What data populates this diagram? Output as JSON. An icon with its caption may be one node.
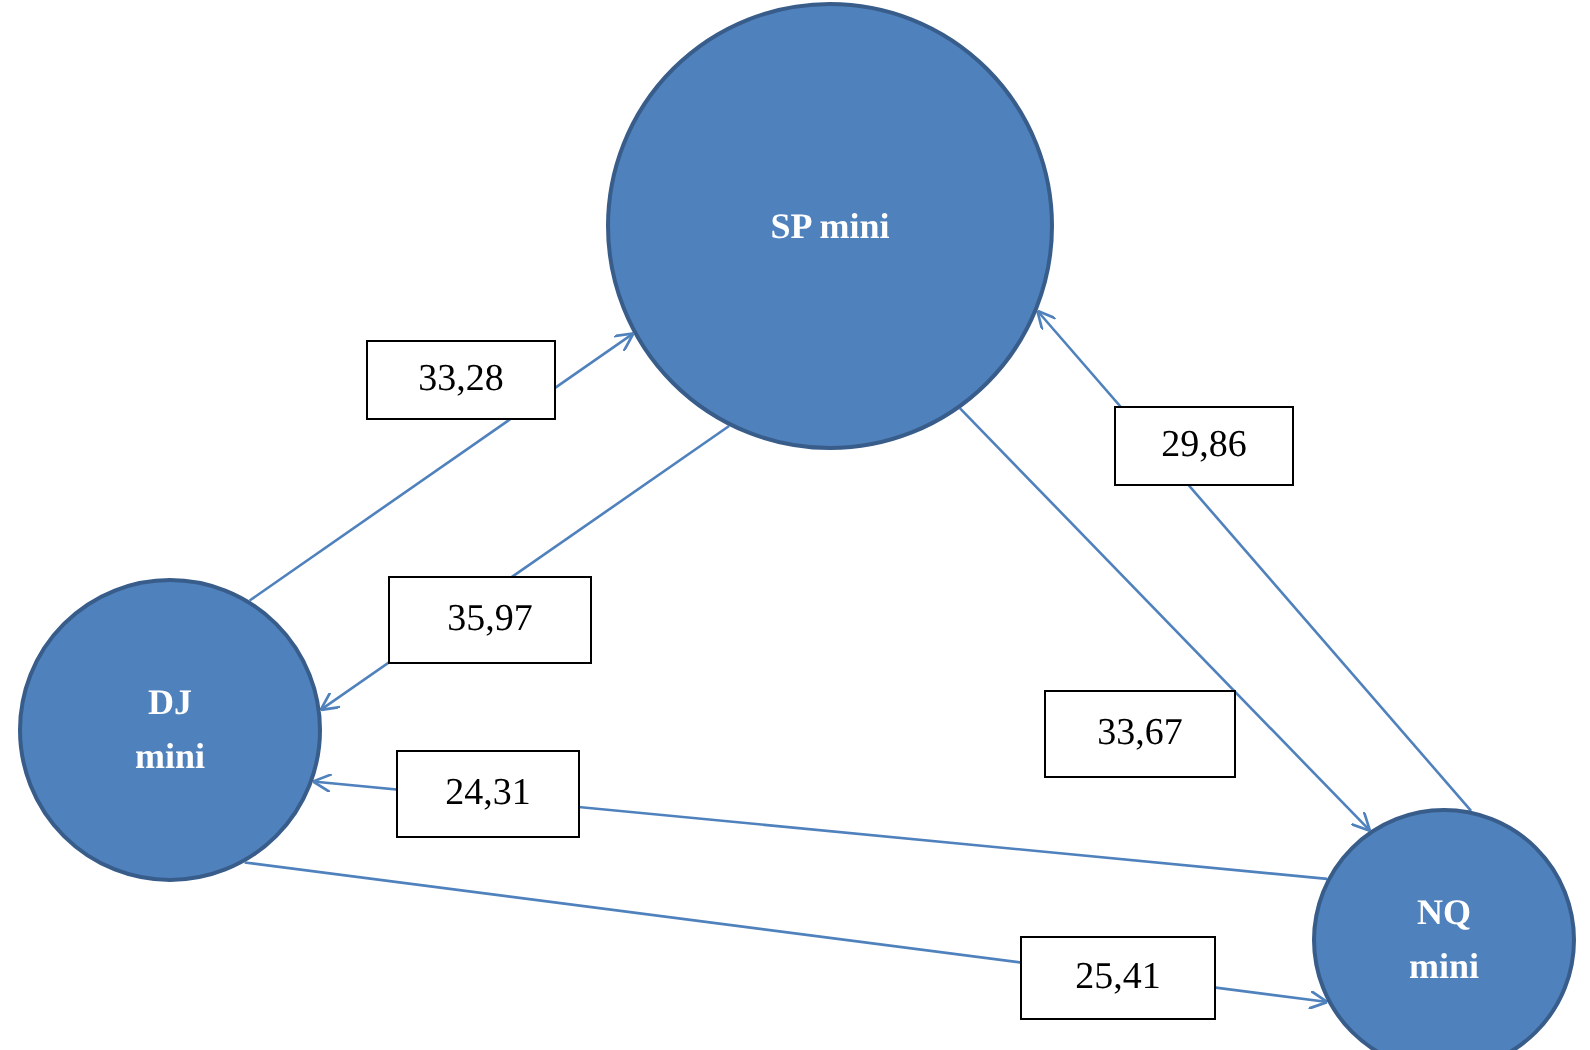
{
  "diagram": {
    "nodes": [
      {
        "text": [
          "SP mini"
        ]
      },
      {
        "text": [
          "DJ mini"
        ]
      },
      {
        "text": [
          "NQ mini"
        ]
      }
    ],
    "edges": [
      {
        "from": 1,
        "to": 0,
        "arrow": "to",
        "label": "33,28"
      },
      {
        "from": 0,
        "to": 1,
        "arrow": "to",
        "label": "35,97"
      },
      {
        "from": 2,
        "to": 0,
        "arrow": "to",
        "label": "29,86"
      },
      {
        "from": 0,
        "to": 2,
        "arrow": "to",
        "label": "33,67"
      },
      {
        "from": 2,
        "to": 1,
        "arrow": "to",
        "label": "24,31"
      },
      {
        "from": 1,
        "to": 2,
        "arrow": "to",
        "label": "25,41"
      }
    ]
  }
}
